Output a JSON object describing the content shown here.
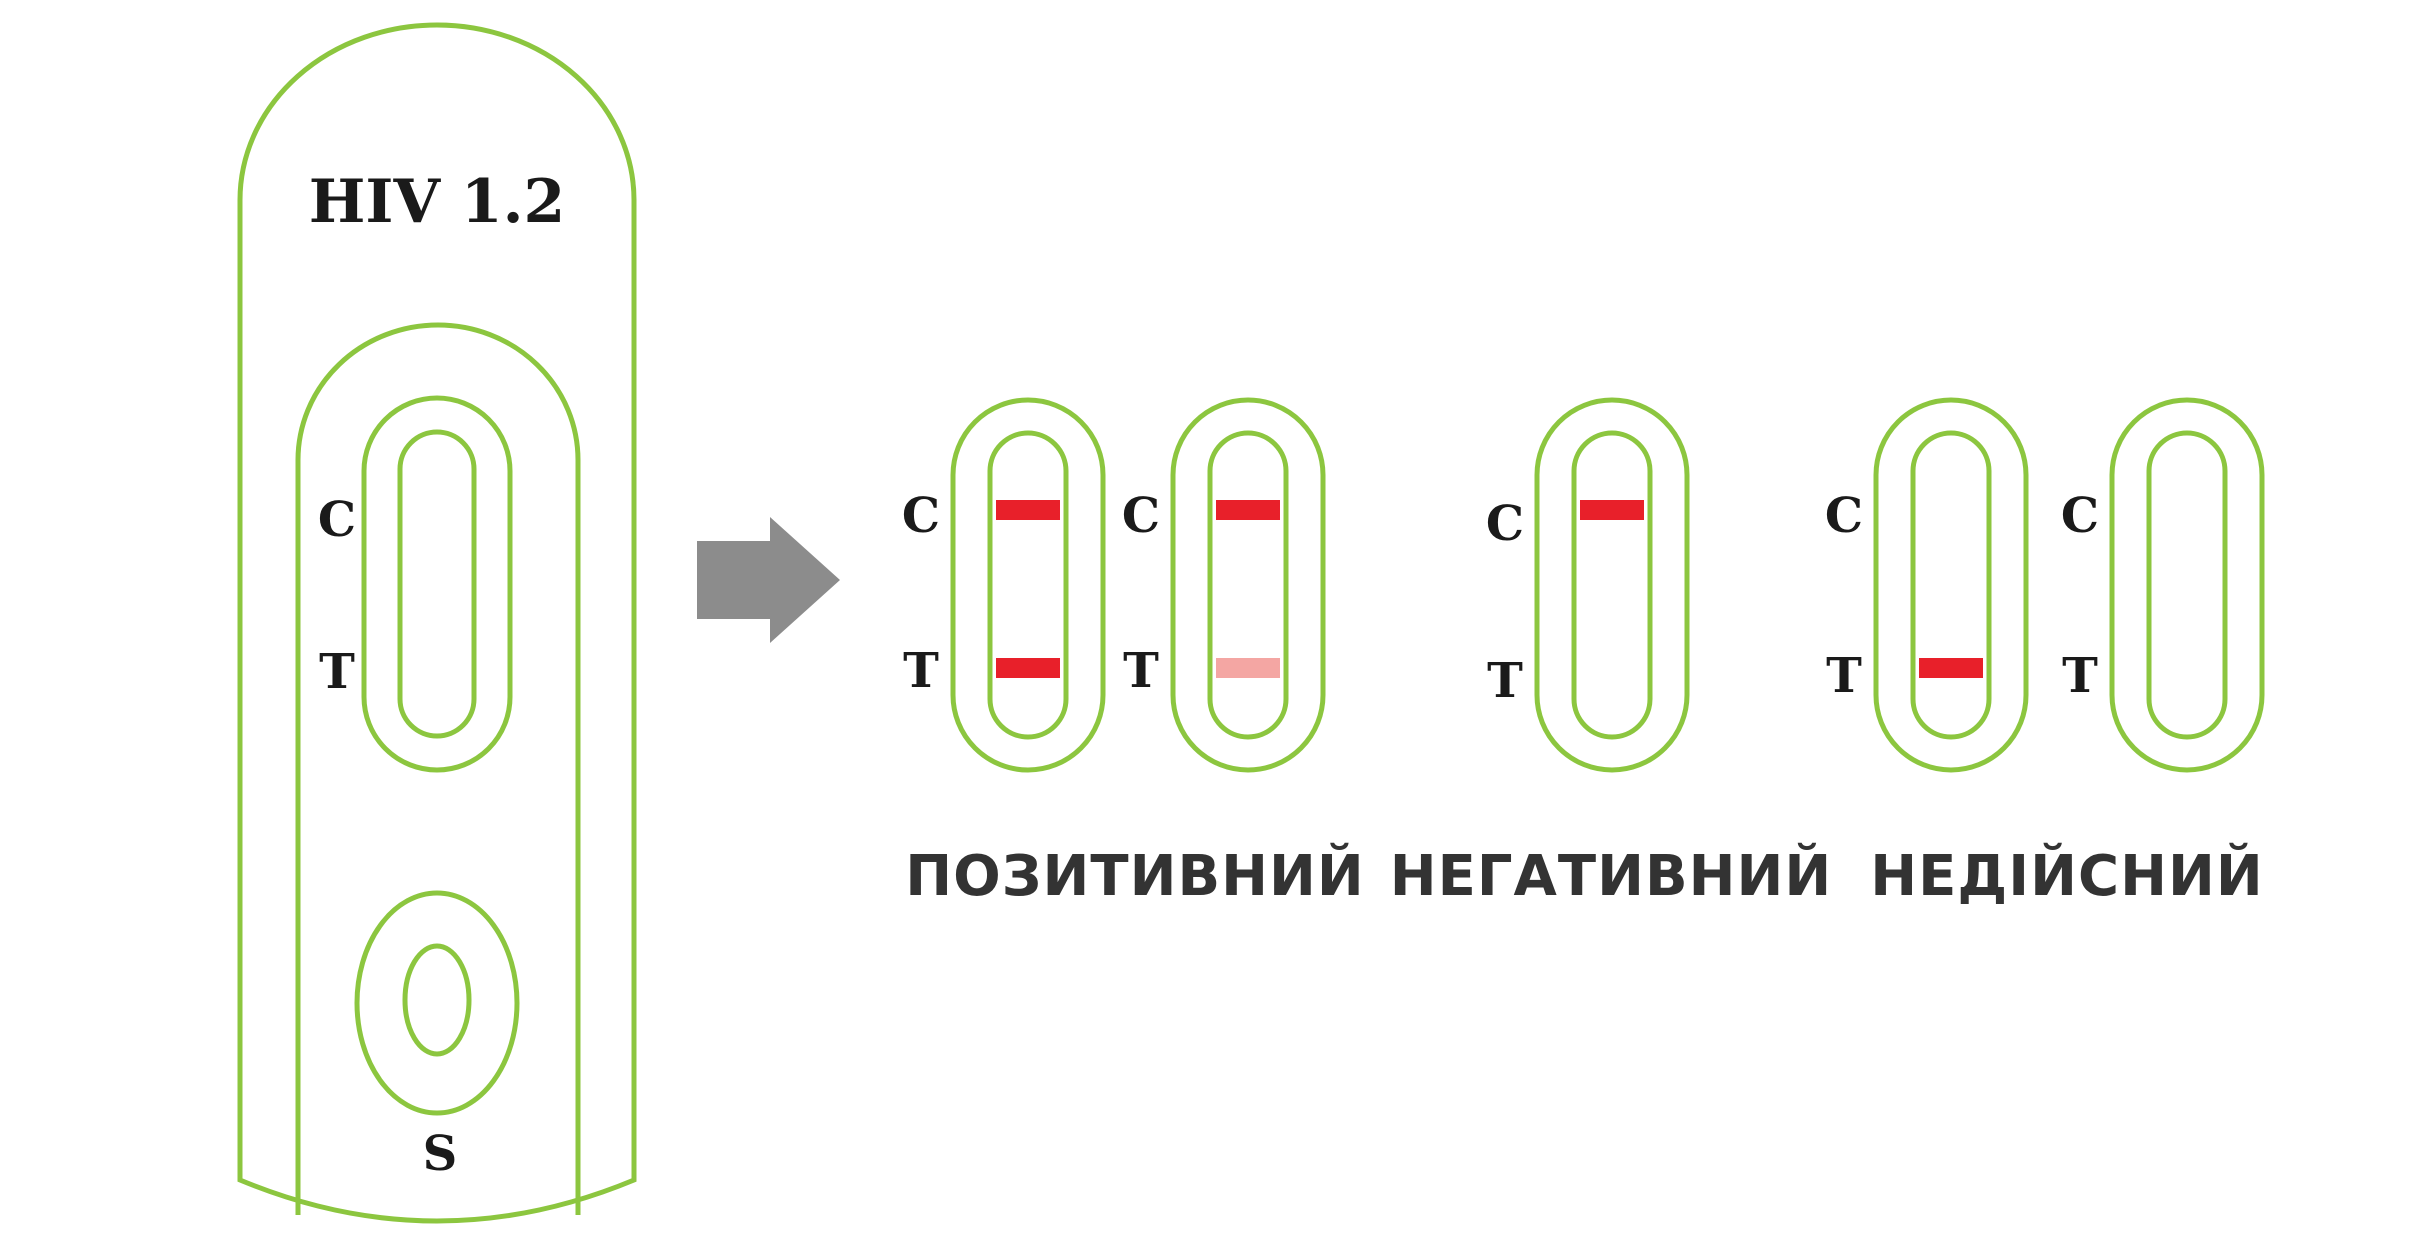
{
  "device": {
    "title": "HIV 1.2",
    "control_label": "C",
    "test_label": "T",
    "sample_label": "S"
  },
  "results": [
    {
      "label": "ПОЗИТИВНИЙ",
      "strips": [
        {
          "c_label": "C",
          "t_label": "T",
          "c_line": "strong",
          "t_line": "strong"
        },
        {
          "c_label": "C",
          "t_label": "T",
          "c_line": "strong",
          "t_line": "faint"
        }
      ]
    },
    {
      "label": "НЕГАТИВНИЙ",
      "strips": [
        {
          "c_label": "C",
          "t_label": "T",
          "c_line": "strong",
          "t_line": "none"
        }
      ]
    },
    {
      "label": "НЕДІЙСНИЙ",
      "strips": [
        {
          "c_label": "C",
          "t_label": "T",
          "c_line": "none",
          "t_line": "strong"
        },
        {
          "c_label": "C",
          "t_label": "T",
          "c_line": "none",
          "t_line": "none"
        }
      ]
    }
  ],
  "colors": {
    "outline": "#8cc63f",
    "line_strong": "#e8202a",
    "line_faint": "#f4a6a3",
    "arrow": "#8c8c8c"
  },
  "icons": {
    "arrow": "right-arrow-icon"
  }
}
